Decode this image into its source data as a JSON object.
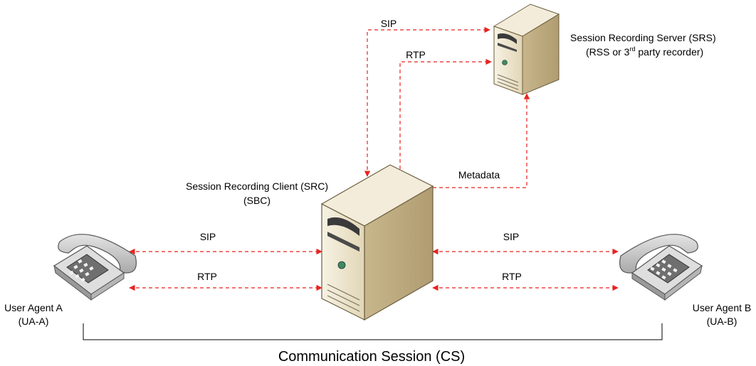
{
  "srs": {
    "title": "Session Recording Server (SRS)",
    "subtitle_prefix": "(RSS or 3",
    "subtitle_sup": "rd",
    "subtitle_suffix": " party recorder)"
  },
  "src": {
    "title": "Session Recording Client (SRC)",
    "subtitle": "(SBC)"
  },
  "ua_a": {
    "title": "User Agent A",
    "subtitle": "(UA-A)"
  },
  "ua_b": {
    "title": "User Agent B",
    "subtitle": "(UA-B)"
  },
  "links": {
    "sip_top": "SIP",
    "rtp_top": "RTP",
    "metadata": "Metadata",
    "sip_left": "SIP",
    "rtp_left": "RTP",
    "sip_right": "SIP",
    "rtp_right": "RTP"
  },
  "session": {
    "label": "Communication Session (CS)"
  },
  "colors": {
    "link": "#e8231f",
    "server_body": "#e9dfc6",
    "phone_body": "#c9c9c9"
  }
}
